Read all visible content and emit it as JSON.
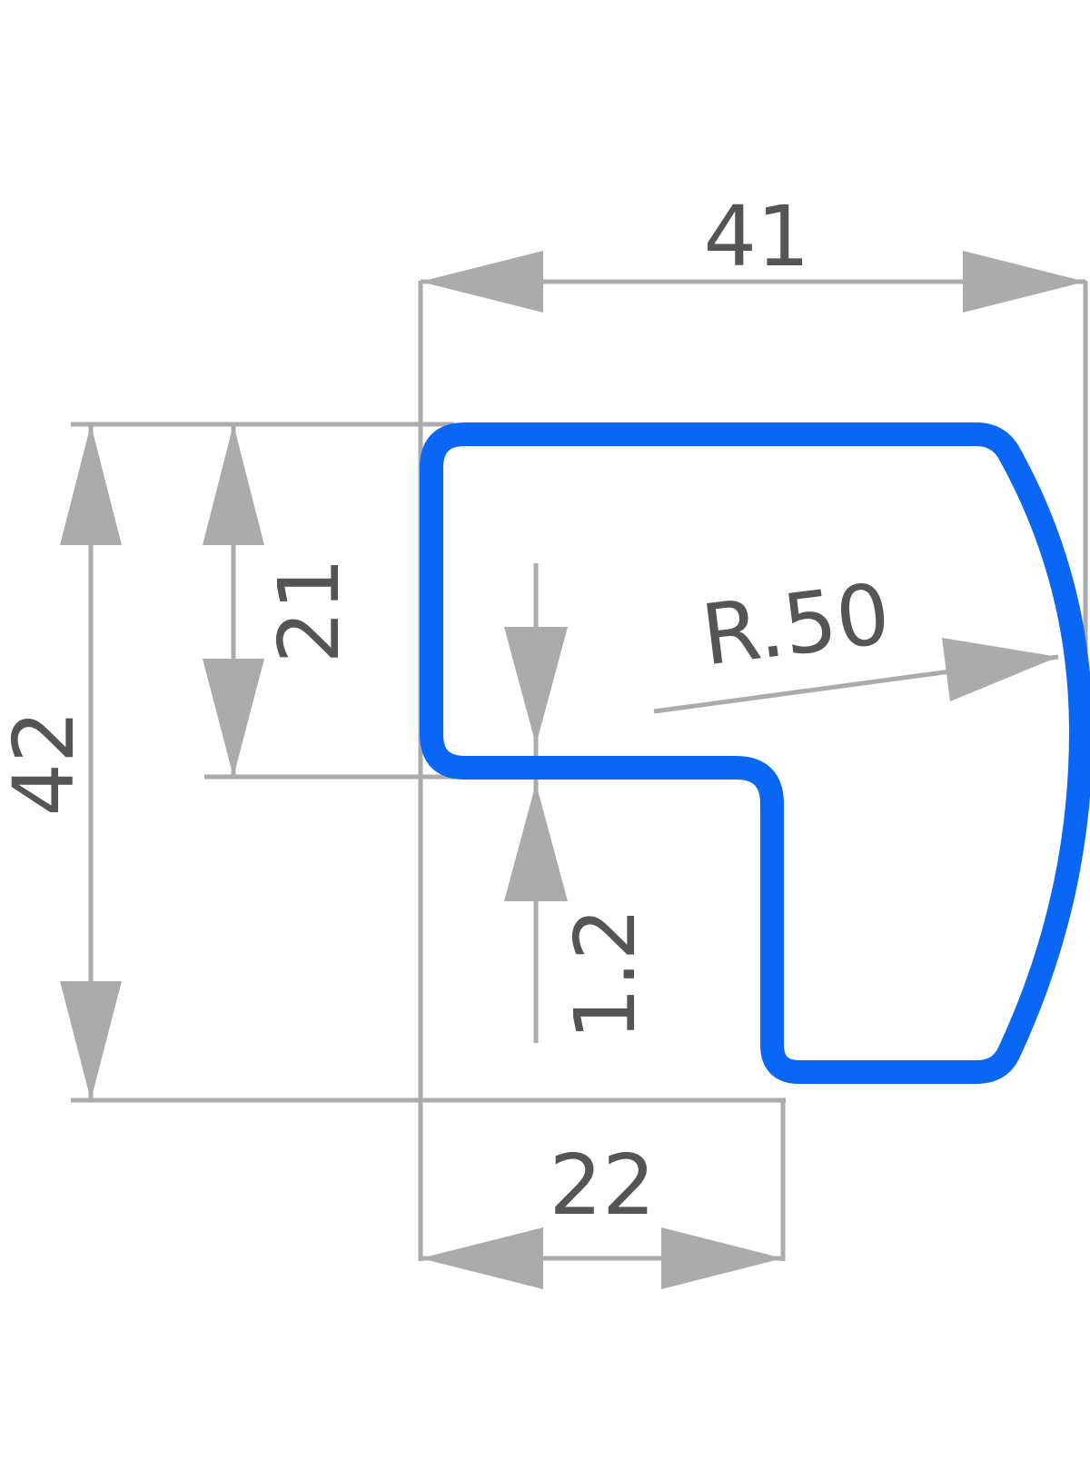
{
  "colors": {
    "profile": "#0a66f5",
    "dimension": "#ababab",
    "text": "#555555",
    "background": "#ffffff"
  },
  "dimensions": {
    "width_total": "41",
    "height_total": "42",
    "height_upper": "21",
    "width_bottom": "22",
    "wall_thickness": "1.2",
    "radius": "R.50"
  }
}
